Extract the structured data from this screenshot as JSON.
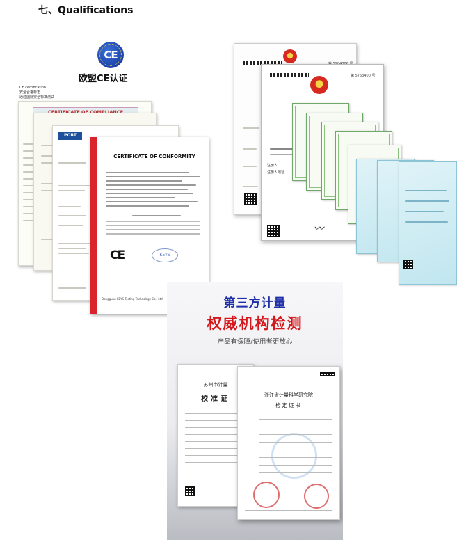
{
  "heading": "七、Qualifications",
  "ce_section": {
    "title": "欧盟CE认证",
    "captions": [
      "CE certification",
      "安全合格标志",
      "通过国际安全标准测试"
    ],
    "cert_compliance_title": "CERTIFICATE OF COMPLIANCE",
    "cert_conformity_title": "CERTIFICATE OF CONFORMITY",
    "ce_mark": "CE",
    "keys_seal": "KEYS",
    "issuer": "Dongguan KEYS Testing Technology Co., Ltd."
  },
  "china_section": {
    "back_number": "第 5904306 号",
    "front_number": "第 5763400 号",
    "owner_label": "注册人",
    "owner_address_label": "注册人地址"
  },
  "metrology_section": {
    "line1": "第三方计量",
    "line2": "权威机构检测",
    "line3": "产品有保障/使用者更放心",
    "cert1_org": "苏州市计量",
    "cert1_title": "校准证",
    "cert2_org": "浙江省计量科学研究院",
    "cert2_title": "检定证书"
  },
  "colors": {
    "title_blue": "#1f2fa8",
    "title_red": "#d3171b",
    "ce_blue": "#0d2f96",
    "conformity_bar": "#d8242a"
  }
}
